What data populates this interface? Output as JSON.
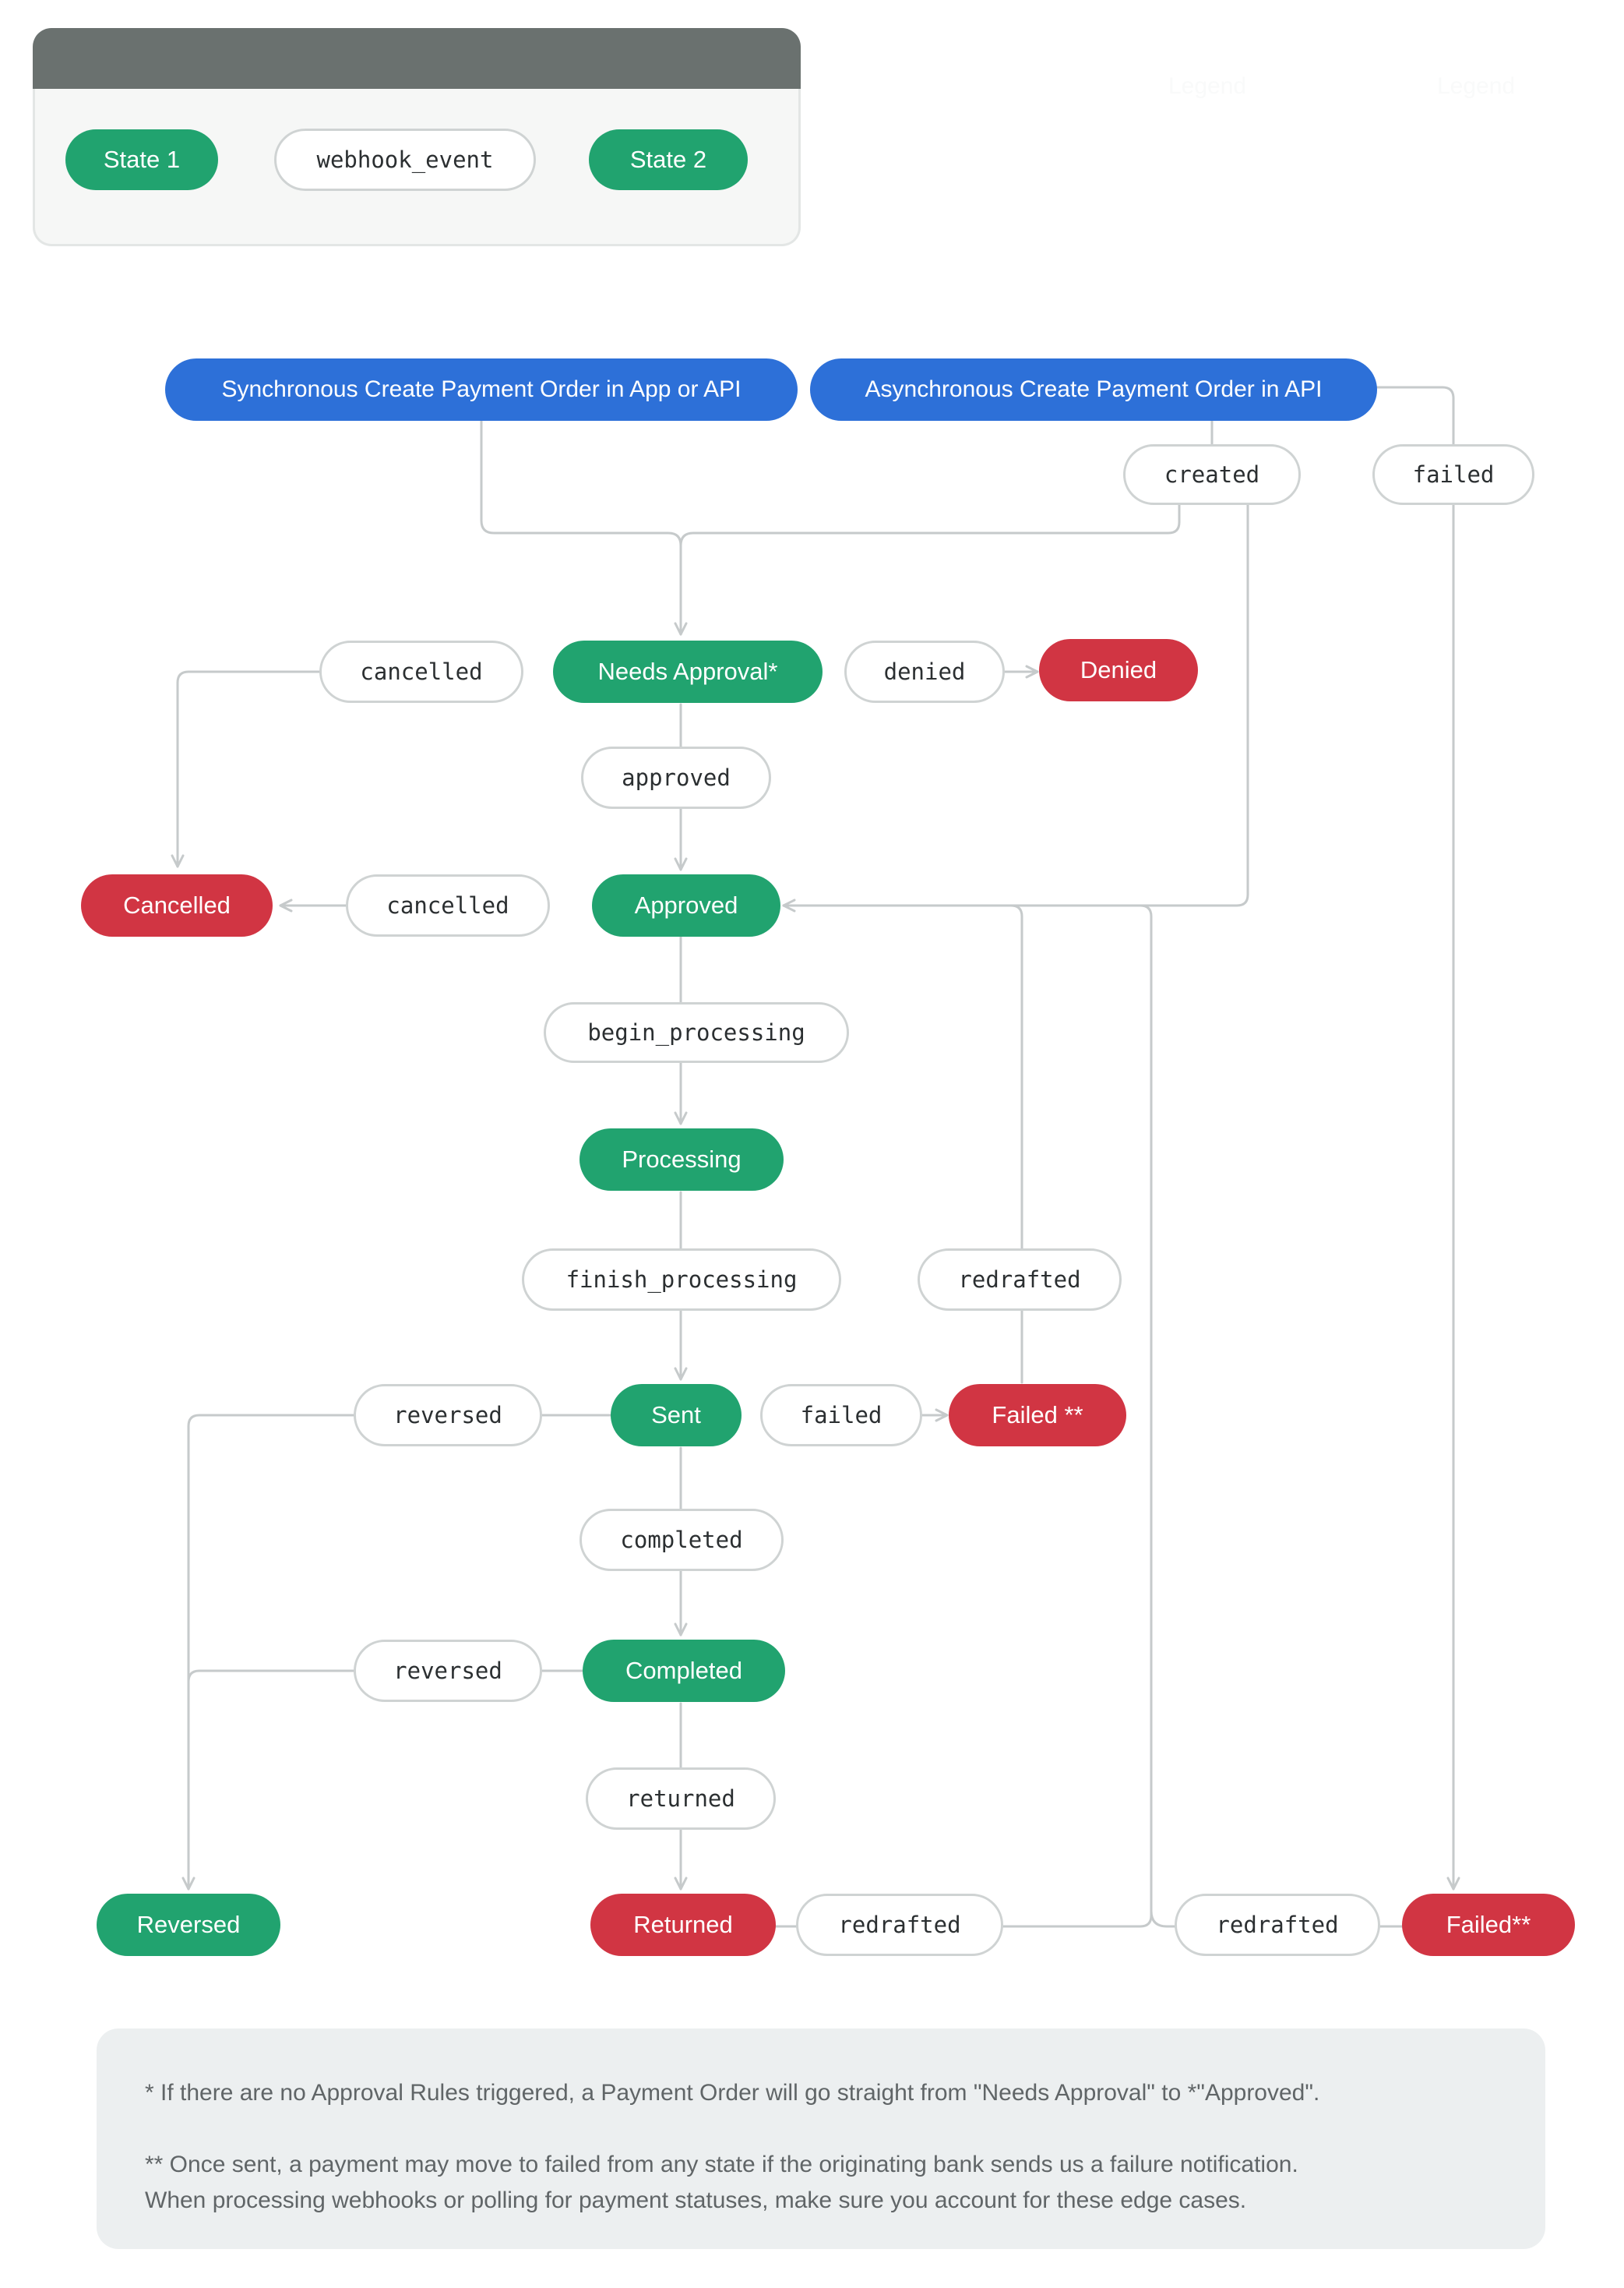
{
  "legend": {
    "header_labels": [
      "Legend",
      "Legend"
    ],
    "state_1": "State 1",
    "event": "webhook_event",
    "state_2": "State 2"
  },
  "diagram": {
    "entries": {
      "sync": "Synchronous Create Payment Order in App or API",
      "async": "Asynchronous Create Payment Order in API"
    },
    "states": {
      "needs_approval": "Needs Approval*",
      "denied": "Denied",
      "cancelled": "Cancelled",
      "approved": "Approved",
      "processing": "Processing",
      "sent": "Sent",
      "failed_sent": "Failed **",
      "completed": "Completed",
      "reversed": "Reversed",
      "returned": "Returned",
      "failed_final": "Failed**"
    },
    "events": {
      "created": "created",
      "failed_async": "failed",
      "cancelled_needs_approval": "cancelled",
      "denied": "denied",
      "approved": "approved",
      "cancelled_approved": "cancelled",
      "begin_processing": "begin_processing",
      "finish_processing": "finish_processing",
      "redrafted_failed": "redrafted",
      "reversed_sent": "reversed",
      "failed_sent": "failed",
      "completed": "completed",
      "reversed_completed": "reversed",
      "returned": "returned",
      "redrafted_returned": "redrafted",
      "redrafted_final": "redrafted"
    }
  },
  "notes": {
    "line1": "*  If there are no Approval Rules triggered, a Payment Order will go straight from \"Needs Approval\" to *\"Approved\".",
    "line2": "** Once sent, a payment may move to failed from any state if the originating bank sends us a failure notification.",
    "line3": "When processing webhooks or polling for payment statuses, make sure you account for these edge cases."
  },
  "colors": {
    "state_green": "#21a36f",
    "state_red": "#d13543",
    "entry_blue": "#2d70d8",
    "connector_gray": "#c6cacb",
    "legend_header": "#6a716f"
  }
}
